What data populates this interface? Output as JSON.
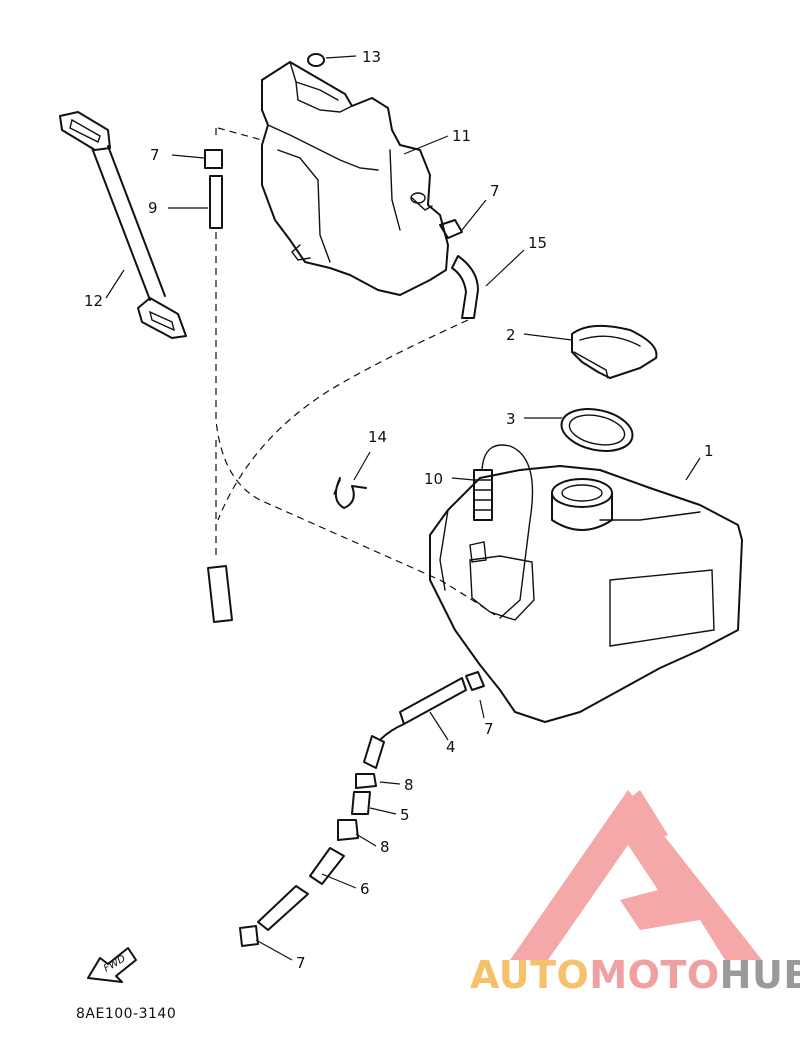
{
  "diagram": {
    "part_code": "8AE100-3140",
    "fwd_label": "FWD",
    "callouts": {
      "c1": "1",
      "c2": "2",
      "c3": "3",
      "c4": "4",
      "c5": "5",
      "c6": "6",
      "c7a": "7",
      "c7b": "7",
      "c7c": "7",
      "c7d": "7",
      "c8a": "8",
      "c8b": "8",
      "c9": "9",
      "c10": "10",
      "c11": "11",
      "c12": "12",
      "c13": "13",
      "c14": "14",
      "c15": "15"
    }
  },
  "watermark": {
    "brand_part1": "AUTO",
    "brand_part2": "MOTO",
    "brand_part3": "HUB",
    "color_part1": "#f5c26b",
    "color_part2": "#f0a0a0",
    "color_part3": "#9a9a9a",
    "logo_color": "#f28b8b"
  }
}
